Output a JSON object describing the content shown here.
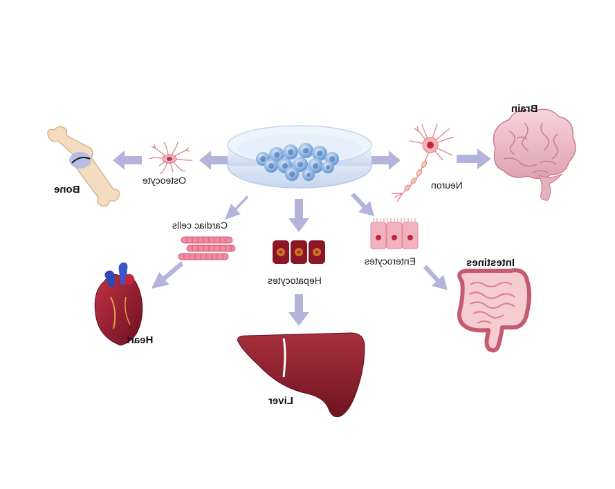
{
  "labels": {
    "brain": "Brain",
    "neuron": "Neuron",
    "osteocyte": "Osteocyte",
    "bone": "Bone",
    "cardiac_cells": "Cardiac cells",
    "heart": "Heart",
    "hepatocytes": "Hepatocytes",
    "liver": "Liver",
    "enterocytes": "Enterocytes",
    "intestines": "Intestines"
  },
  "colors": {
    "arrow": "#b3b3dc",
    "dish": "#dde8f7",
    "stem_cell": "#5b8fd0",
    "organ_red": "#8e1b2a",
    "bone": "#f3dcc0",
    "enterocyte": "#f2b3c1",
    "cardiac": "#e0607a"
  }
}
